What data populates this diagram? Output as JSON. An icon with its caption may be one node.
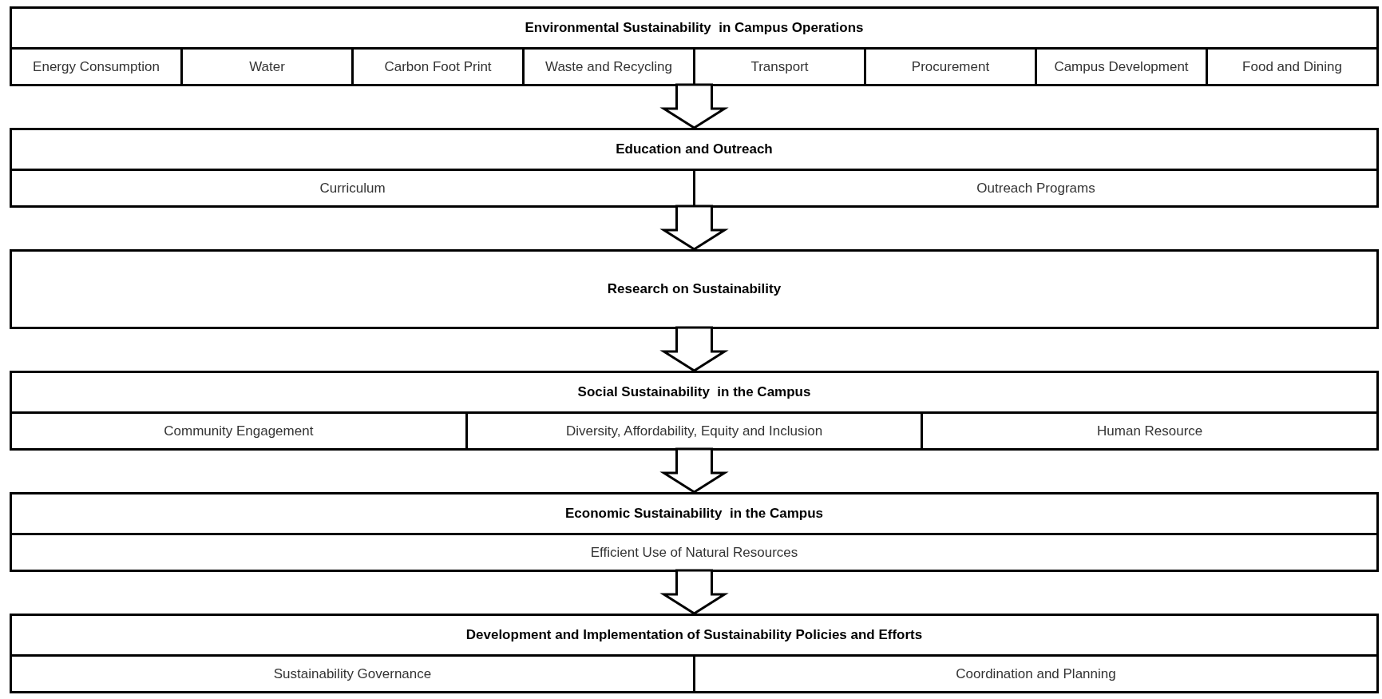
{
  "diagram": {
    "nodes": [
      {
        "text": [
          "Environmental Sustainability  in Campus Operations"
        ]
      },
      {
        "text": [
          "Energy Consumption"
        ],
        "in": 0
      },
      {
        "text": [
          "Water"
        ],
        "in": 0
      },
      {
        "text": [
          "Carbon Foot Print"
        ],
        "in": 0
      },
      {
        "text": [
          "Waste and Recycling"
        ],
        "in": 0
      },
      {
        "text": [
          "Transport"
        ],
        "in": 0
      },
      {
        "text": [
          "Procurement"
        ],
        "in": 0
      },
      {
        "text": [
          "Campus Development"
        ],
        "in": 0
      },
      {
        "text": [
          "Food and Dining"
        ],
        "in": 0
      },
      {
        "text": [
          "Education and Outreach"
        ]
      },
      {
        "text": [
          "Curriculum"
        ],
        "in": 9
      },
      {
        "text": [
          "Outreach Programs"
        ],
        "in": 9
      },
      {
        "text": [
          "Research on Sustainability"
        ]
      },
      {
        "text": [
          "Social Sustainability  in the Campus"
        ]
      },
      {
        "text": [
          "Community Engagement"
        ],
        "in": 13
      },
      {
        "text": [
          "Diversity, Affordability, Equity and Inclusion"
        ],
        "in": 13
      },
      {
        "text": [
          "Human Resource"
        ],
        "in": 13
      },
      {
        "text": [
          "Economic Sustainability  in the Campus"
        ]
      },
      {
        "text": [
          "Efficient Use of Natural Resources"
        ],
        "in": 17
      },
      {
        "text": [
          "Development and Implementation of Sustainability Policies and Efforts"
        ]
      },
      {
        "text": [
          "Sustainability Governance"
        ],
        "in": 19
      },
      {
        "text": [
          "Coordination and Planning"
        ],
        "in": 19
      }
    ],
    "edges": [
      {
        "from": 0,
        "to": 9,
        "arrow": "to"
      },
      {
        "from": 9,
        "to": 12,
        "arrow": "to"
      },
      {
        "from": 12,
        "to": 13,
        "arrow": "to"
      },
      {
        "from": 13,
        "to": 17,
        "arrow": "to"
      },
      {
        "from": 17,
        "to": 19,
        "arrow": "to"
      }
    ]
  }
}
